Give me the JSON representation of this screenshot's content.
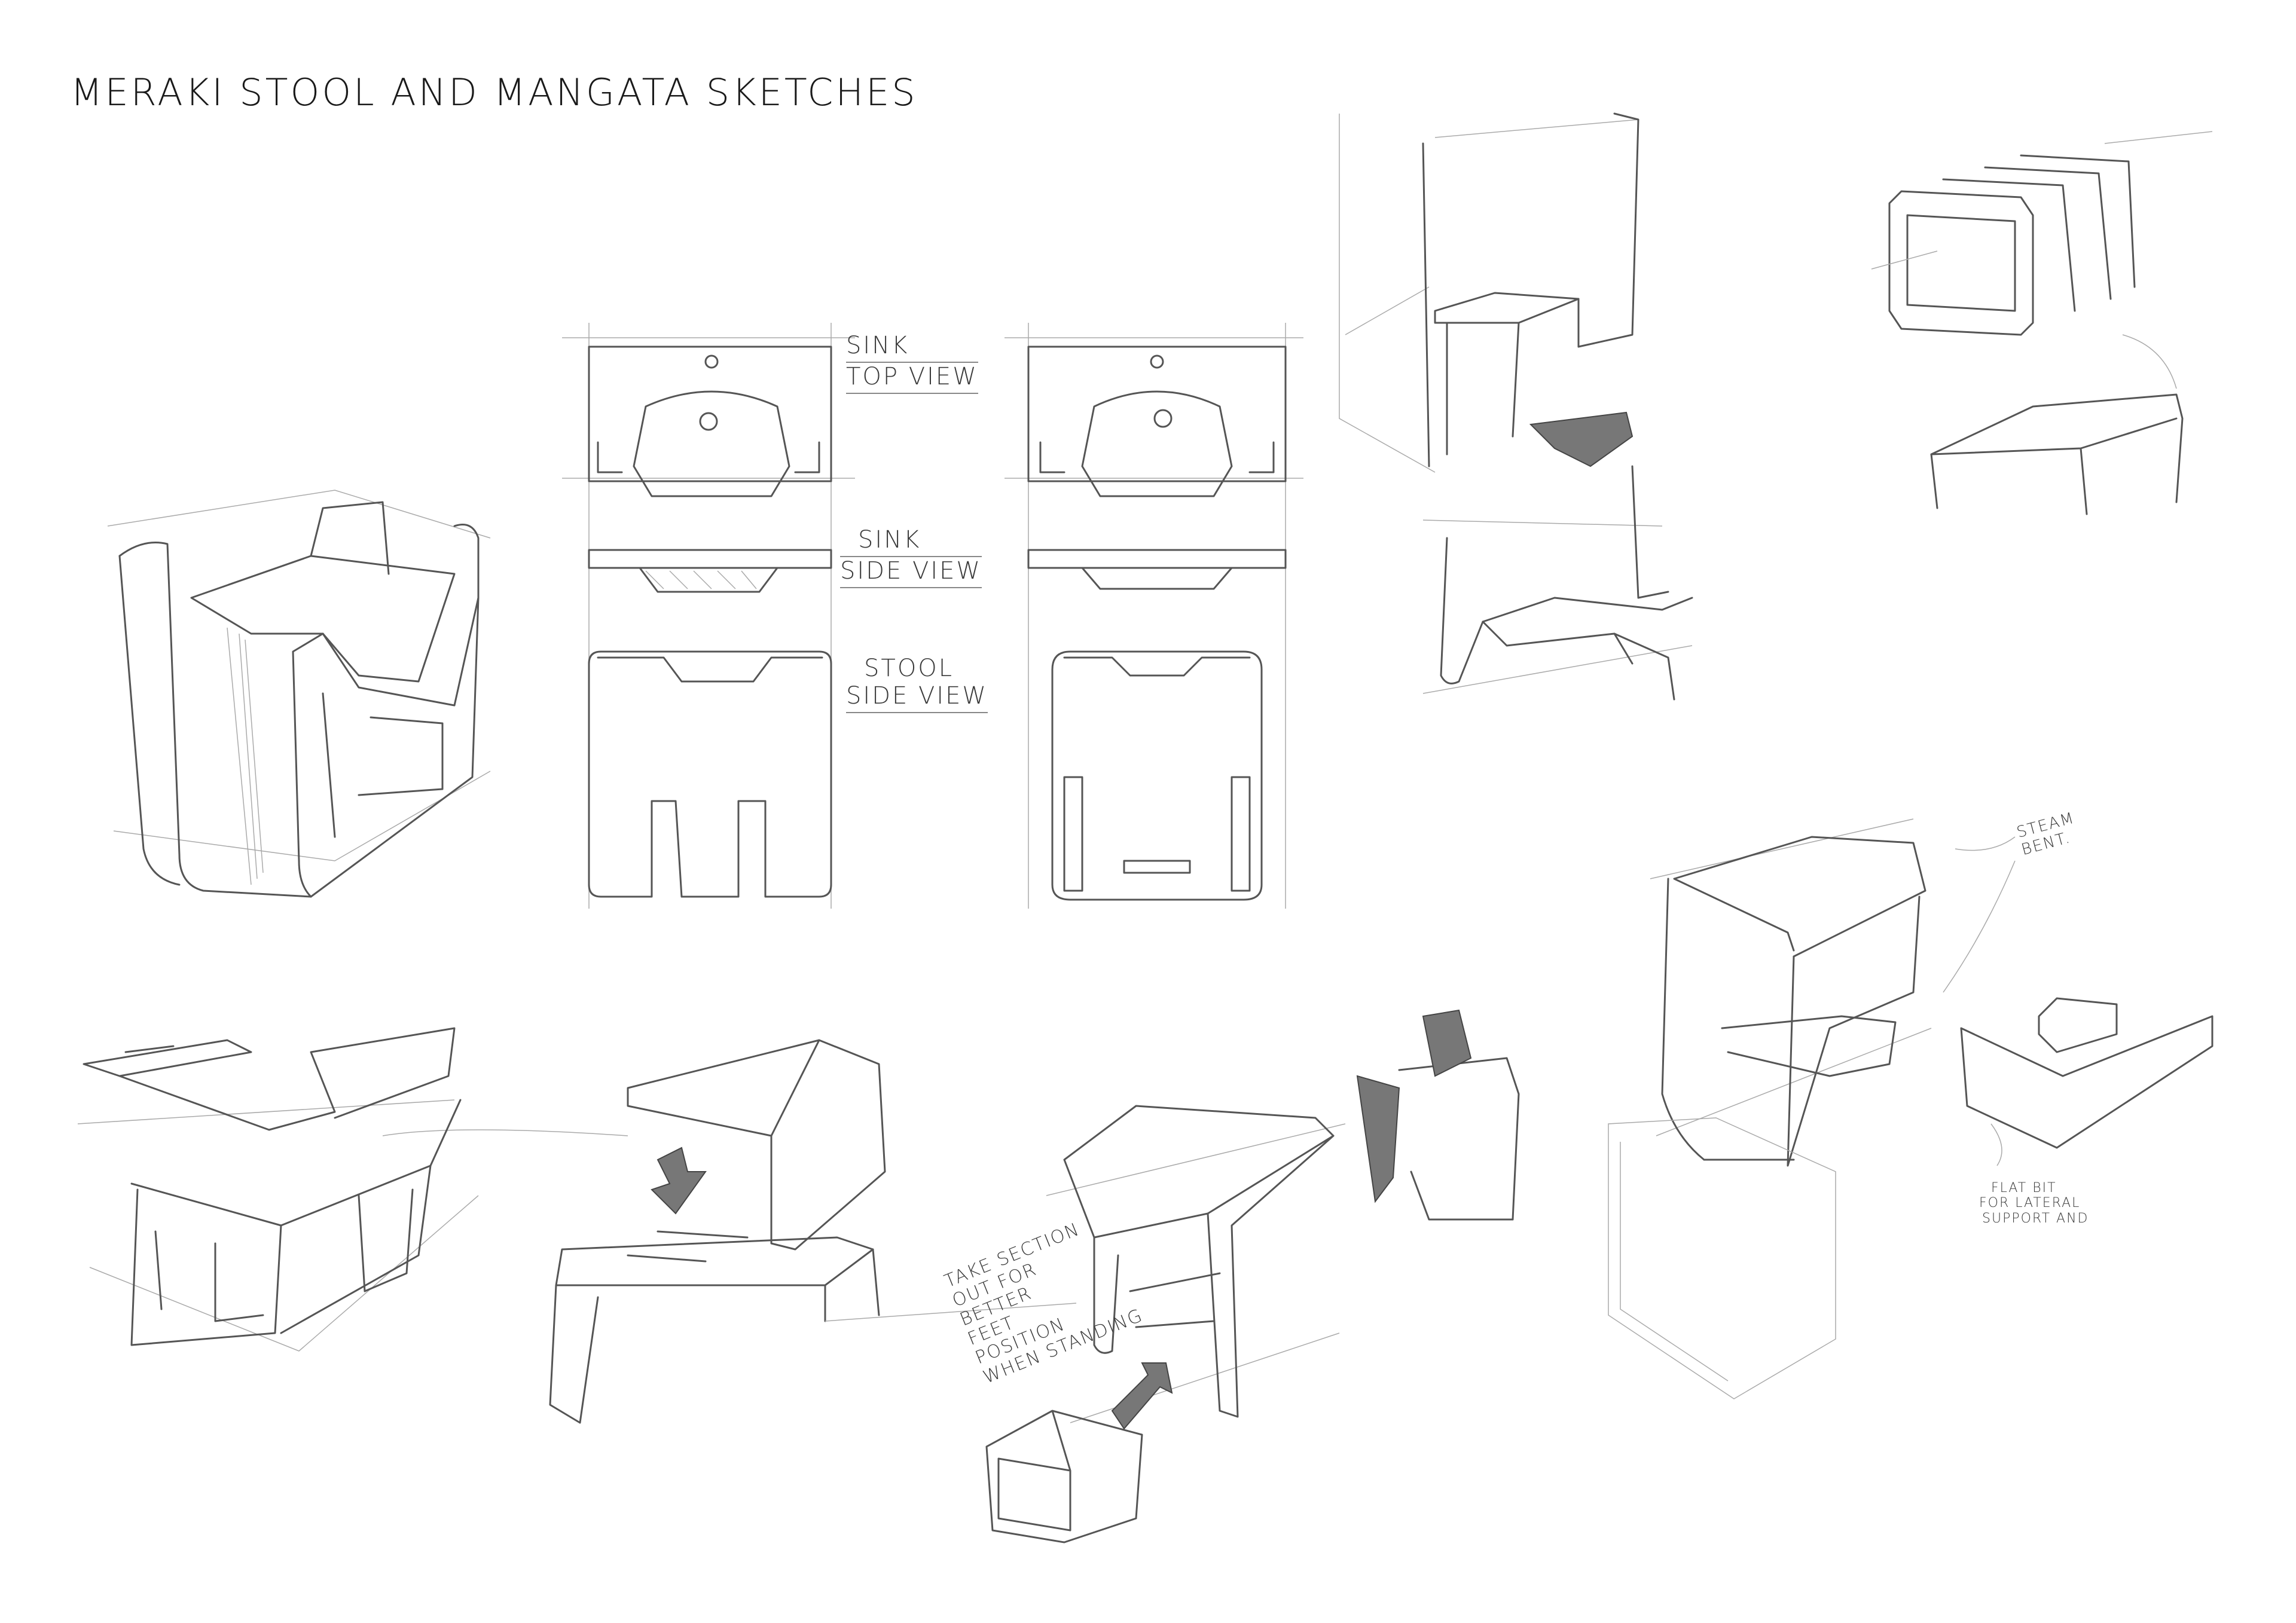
{
  "title": "MERAKI STOOL AND MANGATA SKETCHES",
  "annotations": {
    "sink_top": [
      "SINK",
      "TOP VIEW"
    ],
    "sink_side": [
      "SINK",
      "SIDE VIEW"
    ],
    "stool_side": [
      "STOOL",
      "SIDE VIEW"
    ],
    "take_section": [
      "TAKE SECTION",
      "OUT FOR",
      "BETTER",
      "FEET",
      "POSITION",
      "WHEN STANDING"
    ],
    "steam_bent": [
      "STEAM",
      "BENT."
    ],
    "flat_bit": [
      "FLAT BIT",
      "FOR LATERAL",
      "SUPPORT AND"
    ]
  },
  "colors": {
    "ink": "#555555",
    "guide": "#aaaaaa",
    "paper": "#ffffff"
  }
}
